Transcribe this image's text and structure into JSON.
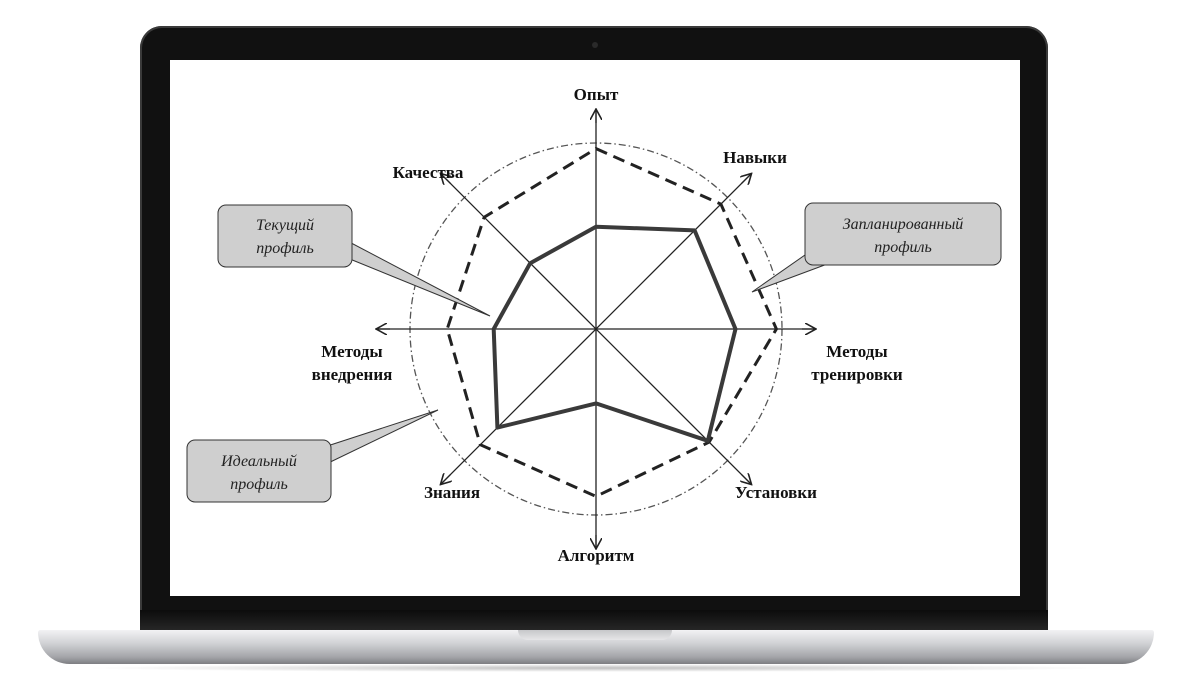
{
  "diagram": {
    "axes": [
      {
        "key": "experience",
        "line1": "Опыт",
        "line2": ""
      },
      {
        "key": "skills",
        "line1": "Навыки",
        "line2": ""
      },
      {
        "key": "training",
        "line1": "Методы",
        "line2": "тренировки"
      },
      {
        "key": "attitudes",
        "line1": "Установки",
        "line2": ""
      },
      {
        "key": "algorithm",
        "line1": "Алгоритм",
        "line2": ""
      },
      {
        "key": "knowledge",
        "line1": "Знания",
        "line2": ""
      },
      {
        "key": "implementation",
        "line1": "Методы",
        "line2": "внедрения"
      },
      {
        "key": "qualities",
        "line1": "Качества",
        "line2": ""
      }
    ],
    "callouts": {
      "current": {
        "line1": "Текущий",
        "line2": "профиль"
      },
      "planned": {
        "line1": "Запланированный",
        "line2": "профиль"
      },
      "ideal": {
        "line1": "Идеальный",
        "line2": "профиль"
      }
    },
    "profiles": {
      "current": [
        0.55,
        0.75,
        0.75,
        0.85,
        0.4,
        0.75,
        0.55,
        0.5
      ],
      "planned": [
        0.97,
        0.95,
        0.97,
        0.86,
        0.9,
        0.88,
        0.8,
        0.85
      ]
    },
    "colors": {
      "current_line": "#3a3a3a",
      "planned_line": "#222222",
      "ideal_circle": "#555555",
      "callout_fill": "#cfcfcf"
    }
  }
}
